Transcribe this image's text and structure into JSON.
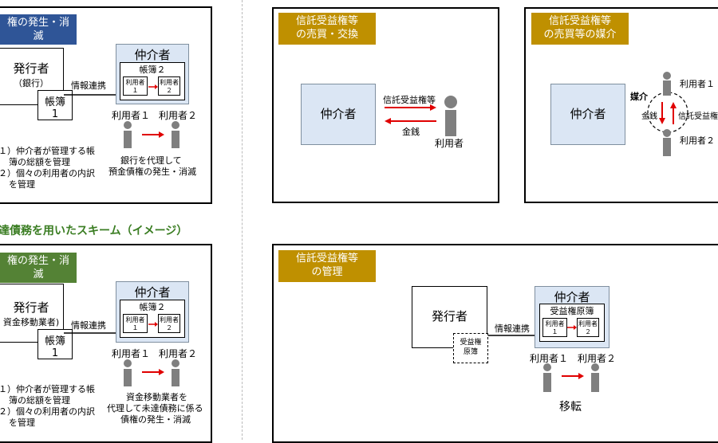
{
  "colors": {
    "tag_blue": "#2f5597",
    "tag_green": "#548235",
    "tag_gold": "#bf9000",
    "arrow_red": "#e00000",
    "person_gray": "#7f7f7f",
    "light_blue": "#dbe6f4"
  },
  "top_left": {
    "tag": "権の発生・消滅",
    "issuer": "発行者",
    "issuer_sub": "（銀行）",
    "ledger": "帳簿",
    "ledger_num": "1",
    "info_link": "情報連携",
    "broker": "仲介者",
    "broker_ledger": "帳簿２",
    "mini_user1": "利用者１",
    "mini_user2": "利用者２",
    "user1": "利用者１",
    "user2": "利用者２",
    "note1": "１）仲介者が管理する帳",
    "note1b": "簿の総額を管理",
    "note2": "２）個々の利用者の内訳",
    "note2b": "を管理",
    "caption1": "銀行を代理して",
    "caption2": "預金債権の発生・消滅"
  },
  "section_title": "達債務を用いたスキーム（イメージ）",
  "bottom_left": {
    "tag": "権の発生・消滅",
    "issuer": "発行者",
    "issuer_sub": "資金移動業者)",
    "ledger": "帳簿",
    "ledger_num": "1",
    "info_link": "情報連携",
    "broker": "仲介者",
    "broker_ledger": "帳簿２",
    "mini_user1": "利用者１",
    "mini_user2": "利用者２",
    "user1": "利用者１",
    "user2": "利用者２",
    "note1": "１）仲介者が管理する帳",
    "note1b": "簿の総額を管理",
    "note2": "２）個々の利用者の内訳",
    "note2b": "を管理",
    "caption1": "資金移動業者を",
    "caption2": "代理して未達債務に係る",
    "caption3": "債権の発生・消滅"
  },
  "trade": {
    "tag1": "信託受益権等",
    "tag2": "の売買・交換",
    "broker": "仲介者",
    "arrow_top": "信託受益権等",
    "arrow_bottom": "金銭",
    "user": "利用者"
  },
  "intermediation": {
    "tag1": "信託受益権等",
    "tag2": "の売買等の媒介",
    "broker": "仲介者",
    "mediation": "媒介",
    "money": "金銭",
    "trust": "信託受益権",
    "user1": "利用者１",
    "user2": "利用者２"
  },
  "management": {
    "tag1": "信託受益権等",
    "tag2": "の管理",
    "issuer": "発行者",
    "doc1": "受益権",
    "doc2": "原簿",
    "info_link": "情報連携",
    "broker": "仲介者",
    "broker_ledger": "受益権原簿",
    "mini_user1": "利用者１",
    "mini_user2": "利用者２",
    "user1": "利用者１",
    "user2": "利用者２",
    "transfer": "移転"
  }
}
